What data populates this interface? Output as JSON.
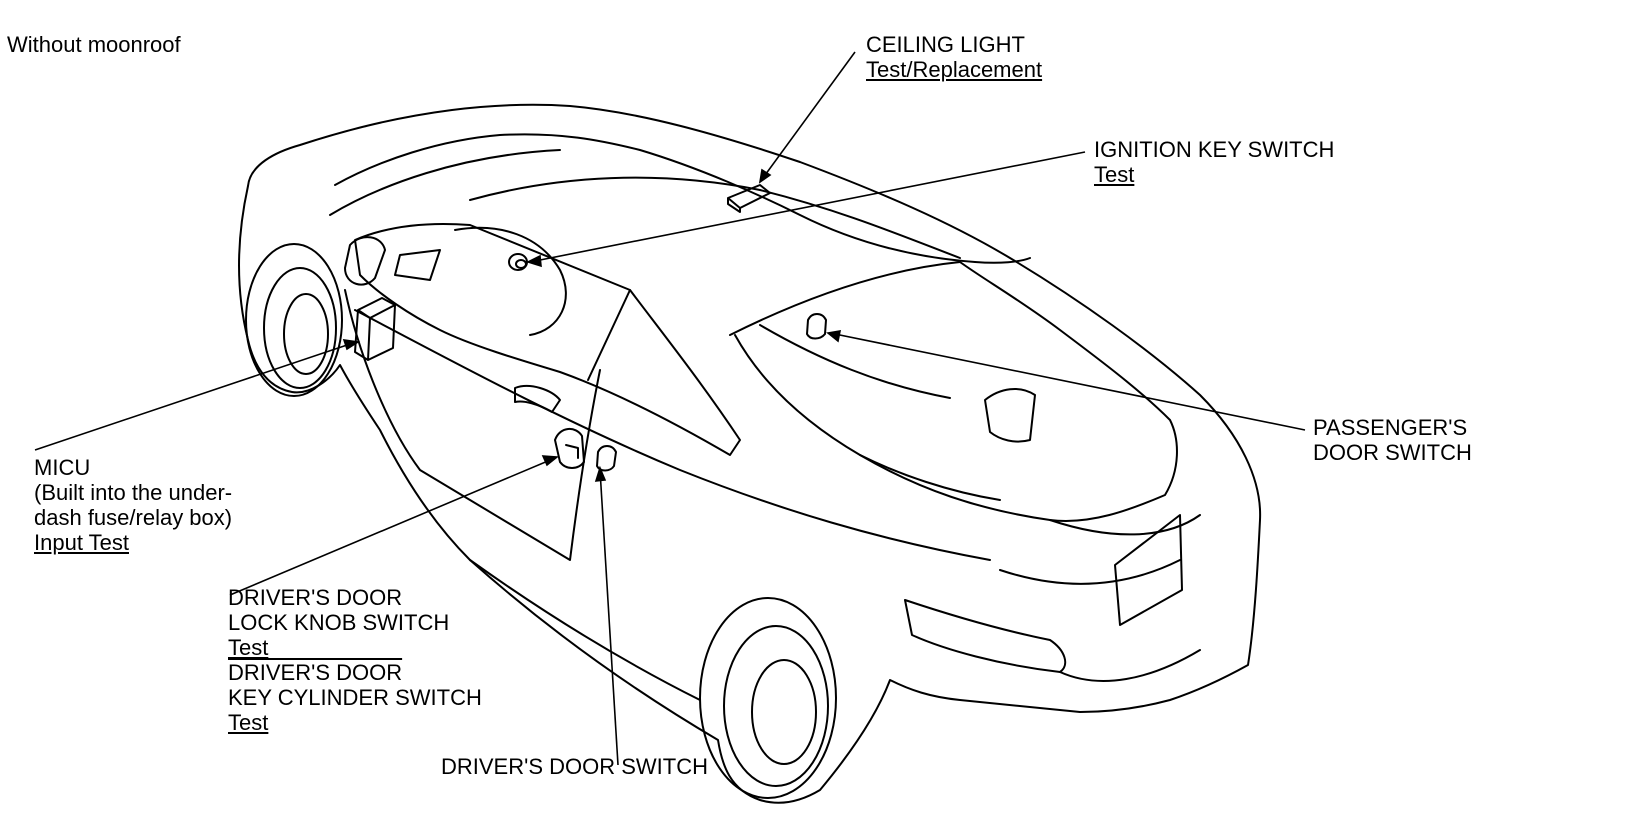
{
  "variant_caption": "Without moonroof",
  "callouts": {
    "ceiling_light": {
      "title": "CEILING LIGHT",
      "link": "Test/Replacement"
    },
    "ignition_key_switch": {
      "title": "IGNITION KEY SWITCH",
      "link": "Test"
    },
    "passengers_door_switch": {
      "line1": "PASSENGER'S",
      "line2": "DOOR SWITCH"
    },
    "micu": {
      "title": "MICU",
      "note1": "(Built into the under-",
      "note2": "dash fuse/relay box)",
      "link": "Input Test"
    },
    "lock_knob_switch": {
      "line1": "DRIVER'S DOOR",
      "line2": "LOCK KNOB SWITCH",
      "link": "Test"
    },
    "key_cylinder_switch": {
      "line1": "DRIVER'S DOOR",
      "line2": "KEY CYLINDER SWITCH",
      "link": "Test"
    },
    "drivers_door_switch": {
      "title": "DRIVER'S DOOR SWITCH"
    }
  }
}
